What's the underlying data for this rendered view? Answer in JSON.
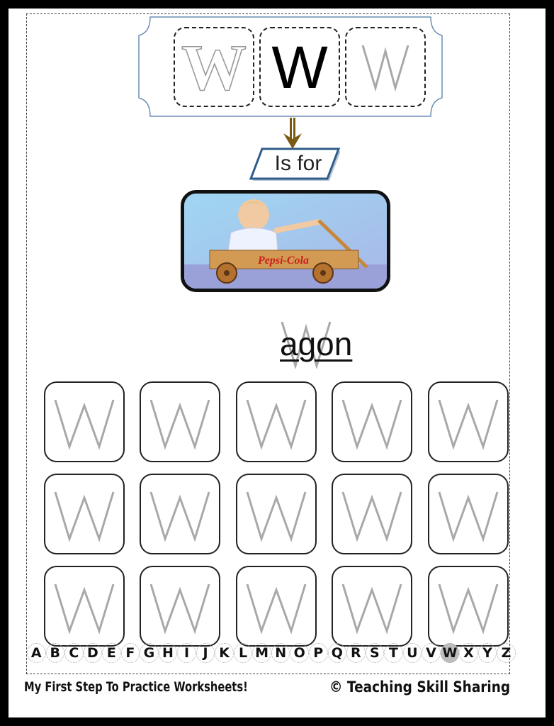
{
  "header": {
    "letters": [
      "W",
      "W",
      "W"
    ]
  },
  "label": {
    "is_for": "Is for"
  },
  "word": {
    "first_letter": "W",
    "rest": "agon"
  },
  "practice": {
    "letter": "W",
    "rows": 3,
    "cols": 5
  },
  "alphabet": {
    "letters": [
      "A",
      "B",
      "C",
      "D",
      "E",
      "F",
      "G",
      "H",
      "I",
      "J",
      "K",
      "L",
      "M",
      "N",
      "O",
      "P",
      "Q",
      "R",
      "S",
      "T",
      "U",
      "V",
      "W",
      "X",
      "Y",
      "Z"
    ],
    "highlighted": "W"
  },
  "image": {
    "caption_logo": "Pepsi-Cola"
  },
  "footer": {
    "left": "My First Step To Practice Worksheets!",
    "right": "© Teaching Skill Sharing"
  },
  "colors": {
    "accent_blue": "#2f5d8a",
    "arrow": "#7a5a12",
    "trace_gray": "#a8a8a8"
  }
}
